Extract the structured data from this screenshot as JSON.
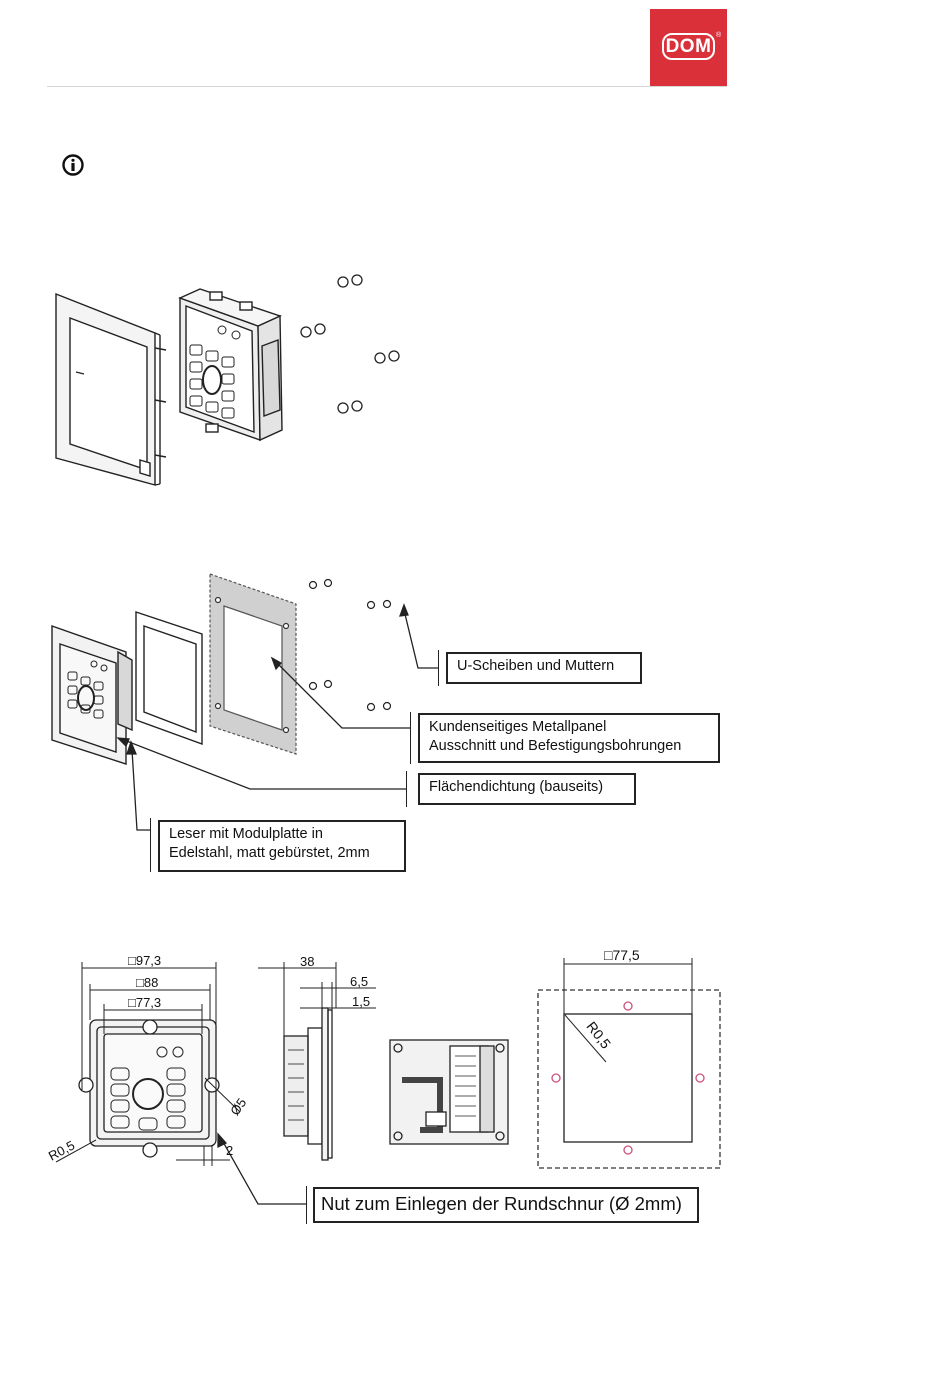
{
  "header": {
    "logo_text": "DOM",
    "logo_mark": "®",
    "brand_color": "#d9303a"
  },
  "info_icon": "info-circle-icon",
  "callouts": {
    "washers_nuts": "U-Scheiben und Muttern",
    "panel_line1": "Kundenseitiges Metallpanel",
    "panel_line2": "Ausschnitt und Befestigungsbohrungen",
    "gasket": "Flächendichtung (bauseits)",
    "reader_line1": "Leser mit Modulplatte in",
    "reader_line2": "Edelstahl, matt gebürstet, 2mm",
    "groove": "Nut zum Einlegen der Rundschnur (Ø 2mm)"
  },
  "dimensions": {
    "front_outer": "□97,3",
    "front_mid": "□88",
    "front_inner": "□77,3",
    "hole_dia": "Ø5",
    "corner_radius_front": "R0,5",
    "groove_width": "2",
    "side_depth": "38",
    "side_6_5": "6,5",
    "side_1_5": "1,5",
    "cutout_size": "□77,5",
    "corner_radius_cutout": "R0,5"
  }
}
